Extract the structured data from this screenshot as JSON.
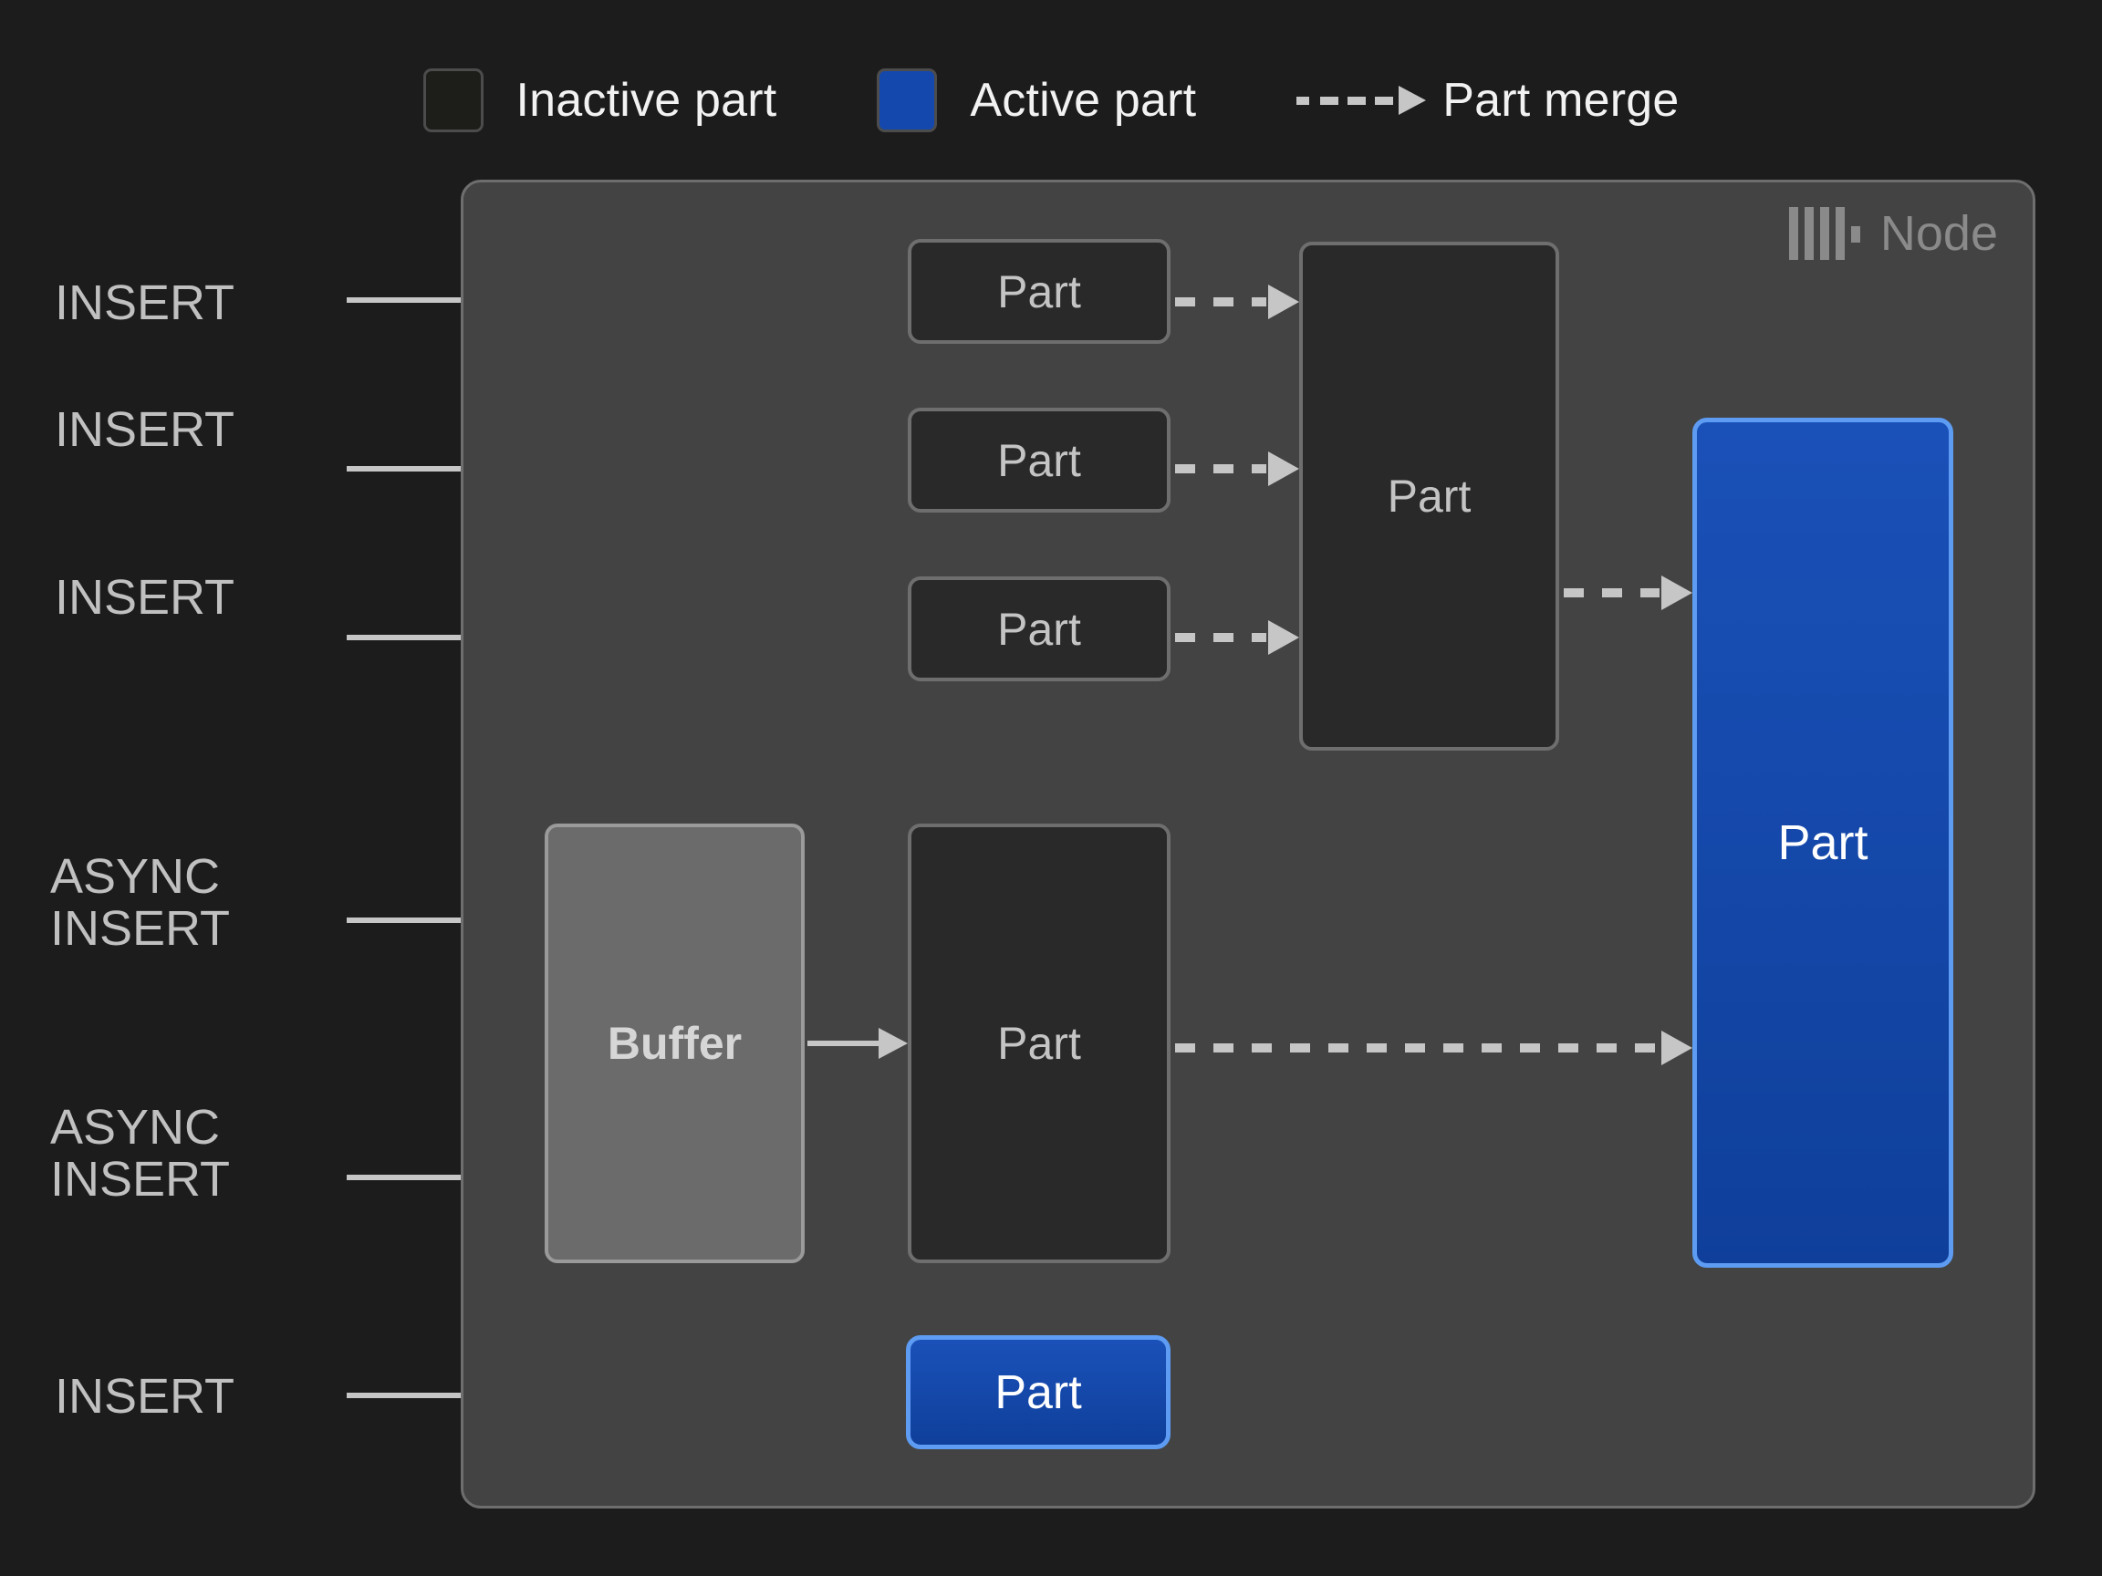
{
  "legend": {
    "items": [
      {
        "icon": "inactive-part-swatch",
        "label": "Inactive part",
        "color": "#1d1e1a"
      },
      {
        "icon": "active-part-swatch",
        "label": "Active part",
        "color": "#1448ad"
      },
      {
        "icon": "dashed-arrow-icon",
        "label": "Part merge",
        "color": "#c6c6c6"
      }
    ]
  },
  "node": {
    "badge_label": "Node",
    "logo_icon": "clickhouse-logo-icon",
    "panel_color": "#434343",
    "border_color": "#6e6e6e"
  },
  "inputs": [
    {
      "id": "insert-1",
      "label": "INSERT"
    },
    {
      "id": "insert-2",
      "label": "INSERT"
    },
    {
      "id": "insert-3",
      "label": "INSERT"
    },
    {
      "id": "async-insert-1",
      "label": "ASYNC\nINSERT"
    },
    {
      "id": "async-insert-2",
      "label": "ASYNC\nINSERT"
    },
    {
      "id": "insert-4",
      "label": "INSERT"
    }
  ],
  "boxes": {
    "part_initial_1": {
      "label": "Part",
      "state": "inactive"
    },
    "part_initial_2": {
      "label": "Part",
      "state": "inactive"
    },
    "part_initial_3": {
      "label": "Part",
      "state": "inactive"
    },
    "part_merged": {
      "label": "Part",
      "state": "inactive"
    },
    "buffer": {
      "label": "Buffer",
      "state": "buffer"
    },
    "part_from_buffer": {
      "label": "Part",
      "state": "inactive"
    },
    "part_active_big": {
      "label": "Part",
      "state": "active"
    },
    "part_active_small": {
      "label": "Part",
      "state": "active"
    }
  },
  "colors": {
    "background": "#1c1c1c",
    "panel": "#434343",
    "inactive_fill": "#292929",
    "inactive_border": "#6e6e6e",
    "buffer_fill": "#6b6b6b",
    "active_fill": "#1249ad",
    "active_border": "#5d9cf2",
    "arrow": "#c6c6c6",
    "text": "#c4c4c4",
    "label_text": "#c0c0c0"
  }
}
